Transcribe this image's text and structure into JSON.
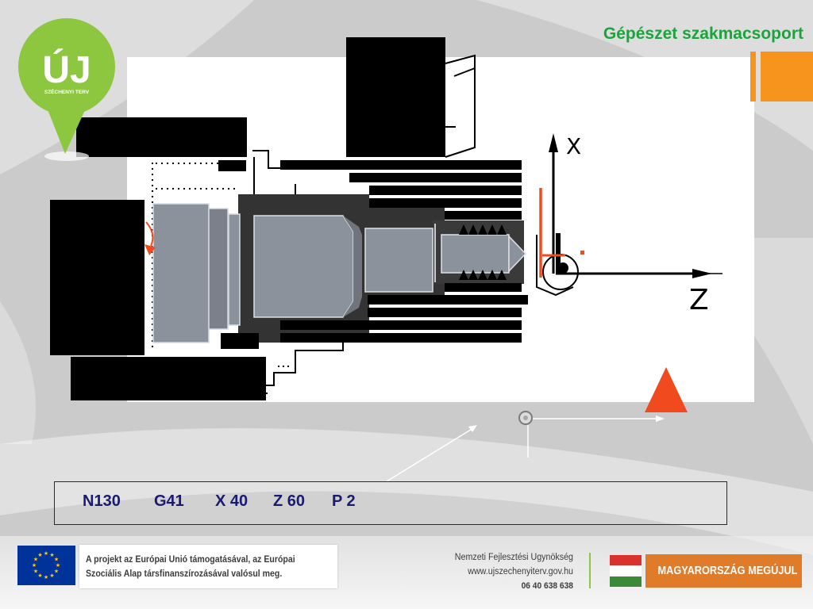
{
  "header": {
    "title": "Gépészet szakmacsoport"
  },
  "logo": {
    "main_text": "ÚJ",
    "sub_text": "SZÉCHENYI TERV",
    "icon": "location-pin-logo"
  },
  "diagram": {
    "x_axis_label": "X",
    "z_axis_label": "Z"
  },
  "program_line": {
    "tokens": [
      "N130",
      "G41",
      "X 40",
      "Z 60",
      "P 2"
    ]
  },
  "footer": {
    "eu_flag_icon": "eu-flag",
    "eu_text": [
      "A projekt az Európai Unió támogatásával, az Európai",
      "Szociális Alap társfinanszírozásával valósul meg."
    ],
    "agency": "Nemzeti Fejlesztési Ügynökség",
    "website": "www.ujszechenyiterv.gov.hu",
    "phone": "06 40 638 638",
    "hu_flag_icon": "hungarian-flag",
    "slogan": "MAGYARORSZÁG MEGÚJUL"
  },
  "colors": {
    "brand_green": "#8dc63f",
    "title_green": "#1ca43c",
    "accent_orange": "#f7941d",
    "slogan_orange": "#e07b2a",
    "marker_red": "#f04a1e",
    "program_text": "#1a1a6e"
  }
}
